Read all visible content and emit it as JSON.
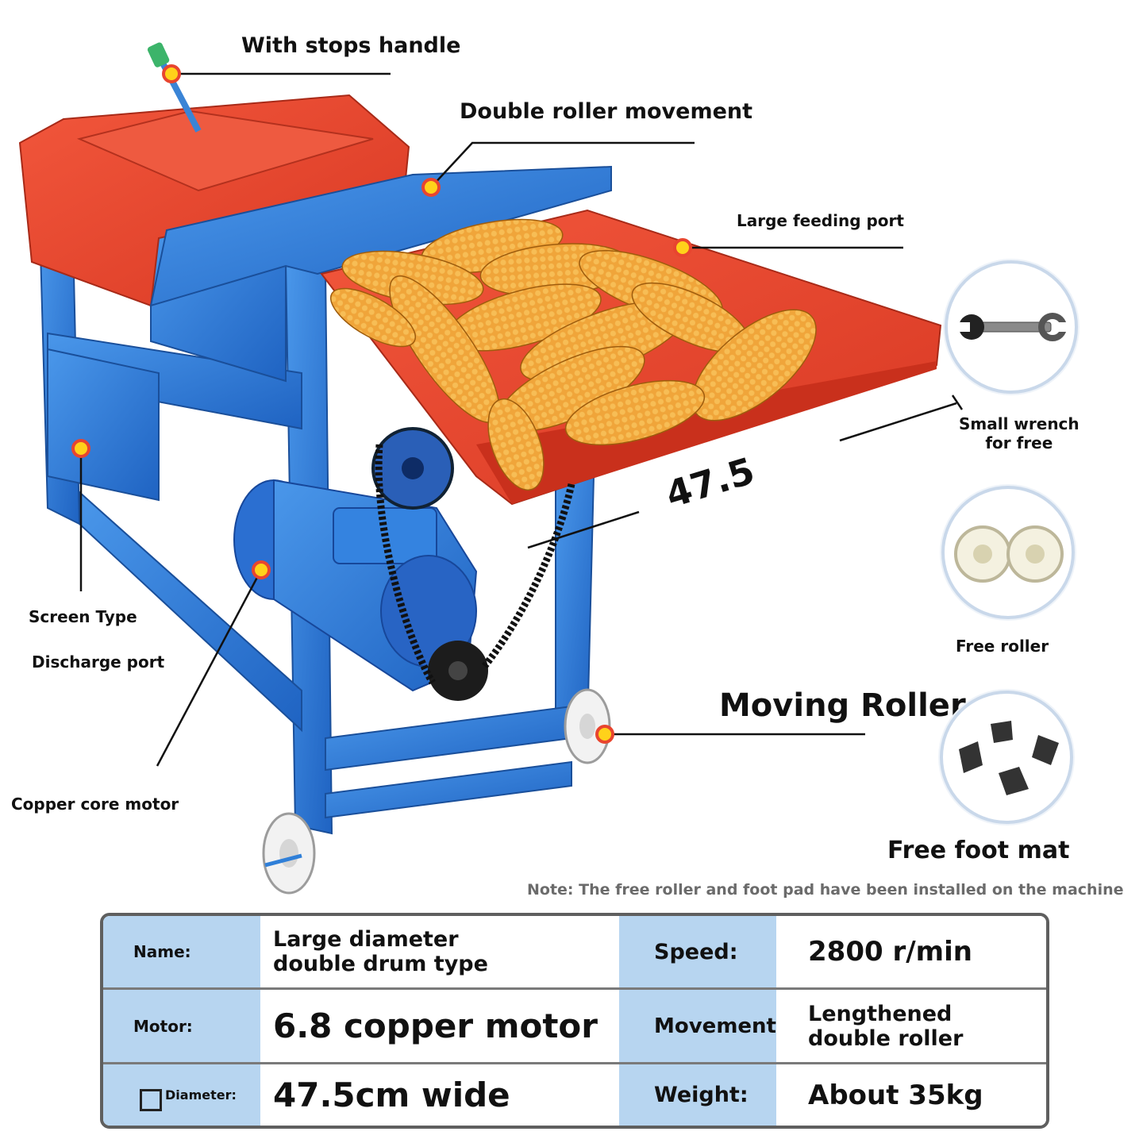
{
  "callouts": {
    "handle": "With stops handle",
    "roller_movement": "Double roller movement",
    "feeding_port": "Large feeding port",
    "wrench": "Small wrench\nfor free",
    "free_roller": "Free roller",
    "moving_roller": "Moving Roller",
    "free_foot_mat": "Free foot mat",
    "screen_type": "Screen Type",
    "discharge_port": "Discharge port",
    "motor": "Copper core motor",
    "dimension": "47.5"
  },
  "note": "Note: The free roller and foot pad have been installed on the machine",
  "spec": {
    "name_label": "Name:",
    "name_value": "Large diameter double drum type",
    "speed_label": "Speed:",
    "speed_value": "2800 r/min",
    "motor_label": "Motor:",
    "motor_value": "6.8 copper motor",
    "movement_label": "Movement:",
    "movement_value": "Lengthened double roller",
    "diameter_label": "Diameter:",
    "diameter_value": "47.5cm wide",
    "weight_label": "Weight:",
    "weight_value": "About 35kg"
  },
  "colors": {
    "frame_blue": "#2f7fd8",
    "hood_red": "#e8452f",
    "corn": "#f0a53a",
    "marker": "#ffd21a",
    "table_key_bg": "#b7d5f0"
  }
}
